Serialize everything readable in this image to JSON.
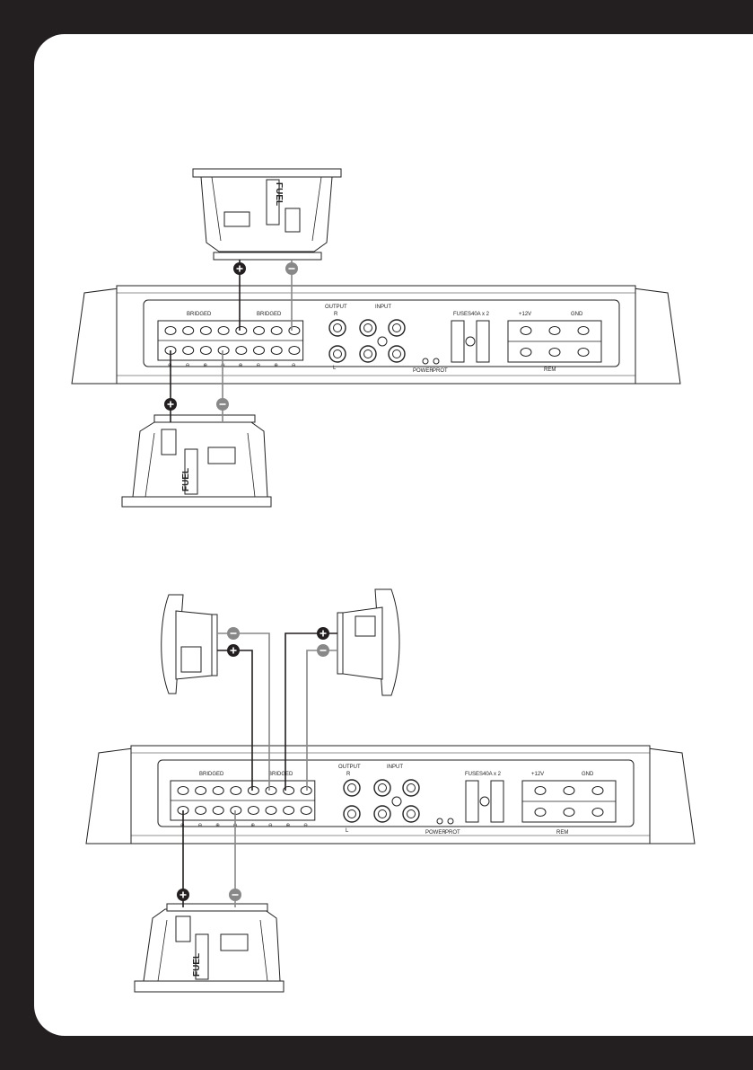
{
  "amp_labels": {
    "bridged_left": "BRIDGED",
    "bridged_right": "BRIDGED",
    "output": "OUTPUT",
    "output_r": "R",
    "output_l": "L",
    "input": "INPUT",
    "power": "POWER",
    "prot": "PROT",
    "fuses": "FUSES",
    "fuse_rating": "40A x 2",
    "plus12v": "+12V",
    "gnd": "GND",
    "rem": "REM"
  },
  "speaker_logo": "FUEL",
  "icons": [
    "plus-polarity-icon",
    "minus-polarity-icon",
    "screw-icon"
  ],
  "colors": {
    "frame": "#231f20",
    "page": "#ffffff",
    "wire": "#231f20",
    "wire_light": "#888888"
  }
}
